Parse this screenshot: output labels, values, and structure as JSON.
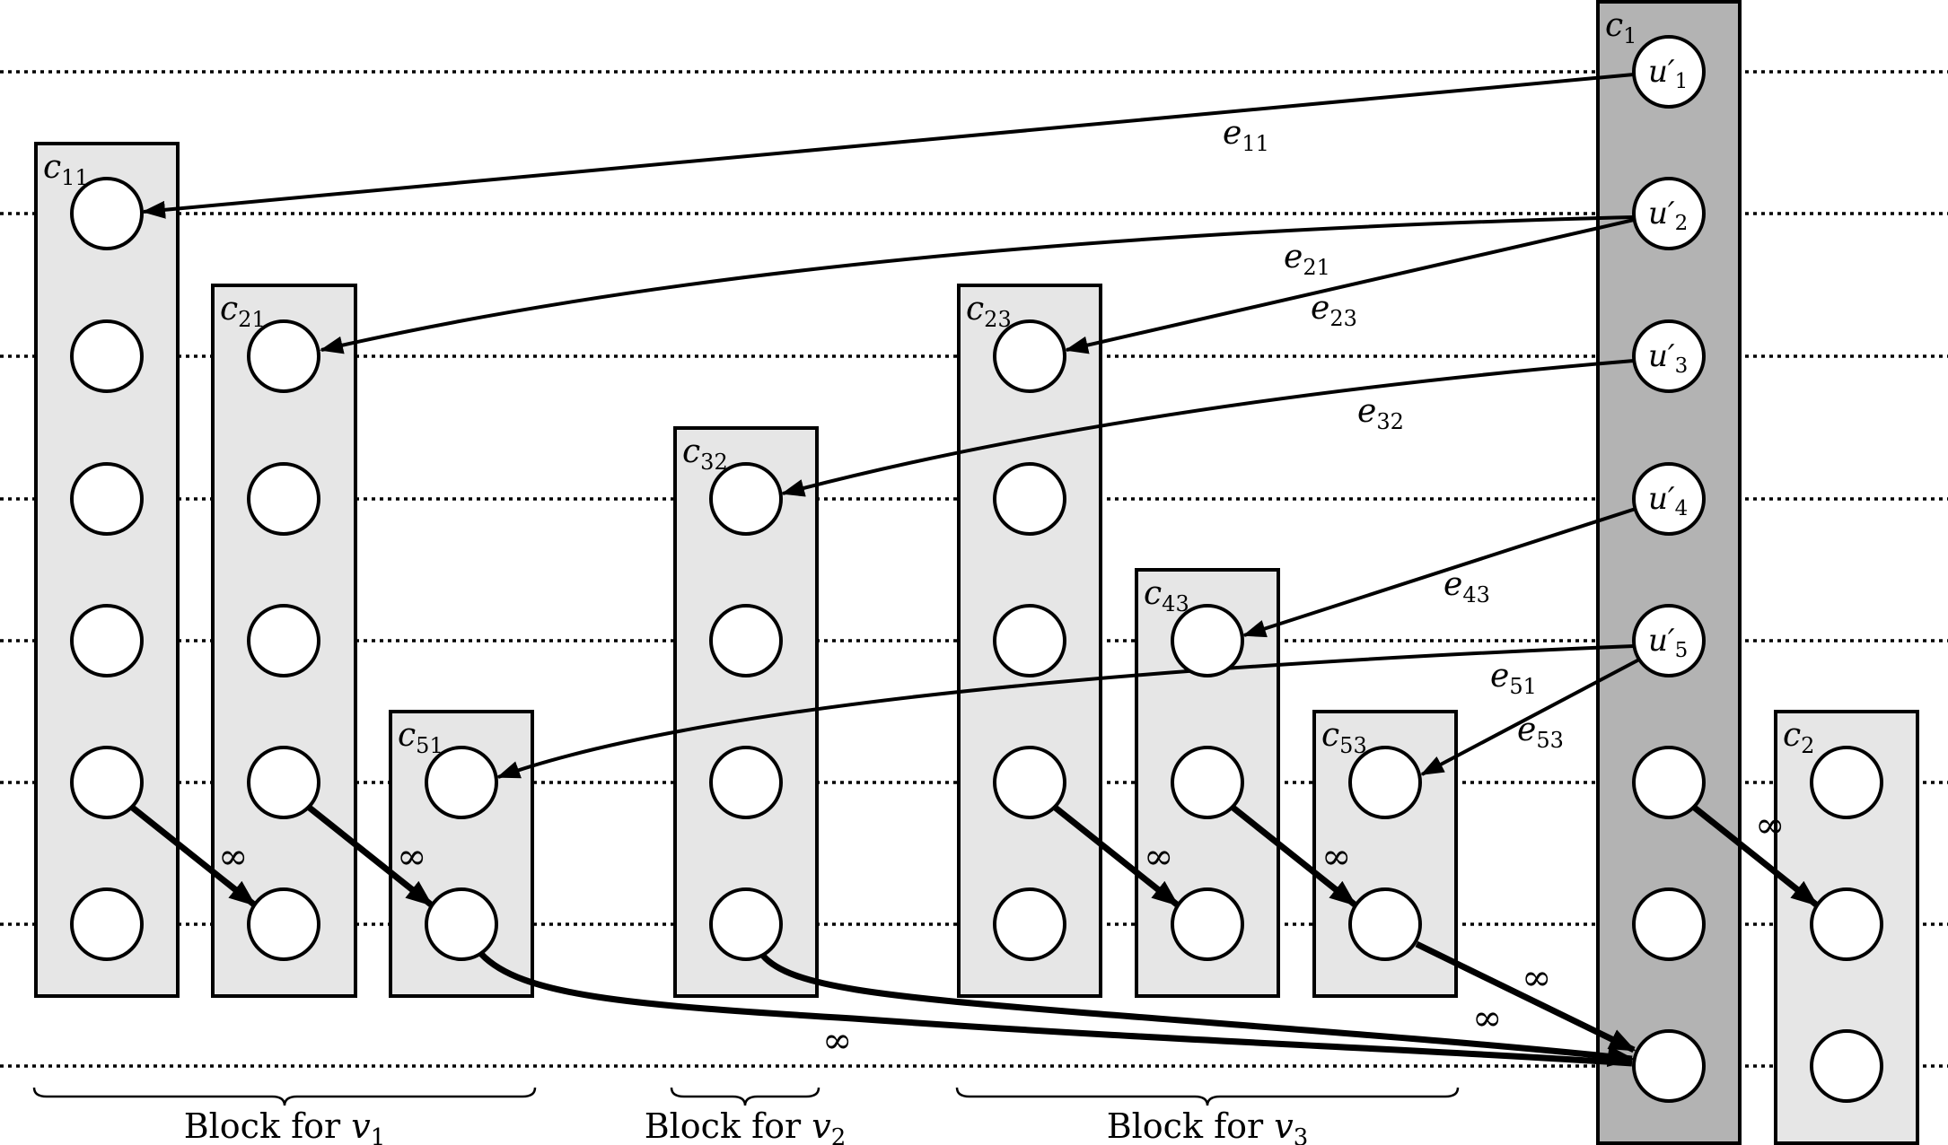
{
  "clusters": [
    {
      "id": "c11",
      "label": "c",
      "sub": "11",
      "fill": "#e6e6e6"
    },
    {
      "id": "c21",
      "label": "c",
      "sub": "21",
      "fill": "#e6e6e6"
    },
    {
      "id": "c51",
      "label": "c",
      "sub": "51",
      "fill": "#e6e6e6"
    },
    {
      "id": "c32",
      "label": "c",
      "sub": "32",
      "fill": "#e6e6e6"
    },
    {
      "id": "c23",
      "label": "c",
      "sub": "23",
      "fill": "#e6e6e6"
    },
    {
      "id": "c43",
      "label": "c",
      "sub": "43",
      "fill": "#e6e6e6"
    },
    {
      "id": "c53",
      "label": "c",
      "sub": "53",
      "fill": "#e6e6e6"
    },
    {
      "id": "c1",
      "label": "c",
      "sub": "1",
      "fill": "#b3b3b3"
    },
    {
      "id": "c2",
      "label": "c",
      "sub": "2",
      "fill": "#e6e6e6"
    }
  ],
  "u_nodes": [
    {
      "label": "u′",
      "sub": "1"
    },
    {
      "label": "u′",
      "sub": "2"
    },
    {
      "label": "u′",
      "sub": "3"
    },
    {
      "label": "u′",
      "sub": "4"
    },
    {
      "label": "u′",
      "sub": "5"
    }
  ],
  "edge_labels": [
    {
      "id": "e11",
      "label": "e",
      "sub": "11"
    },
    {
      "id": "e21",
      "label": "e",
      "sub": "21"
    },
    {
      "id": "e23",
      "label": "e",
      "sub": "23"
    },
    {
      "id": "e32",
      "label": "e",
      "sub": "32"
    },
    {
      "id": "e43",
      "label": "e",
      "sub": "43"
    },
    {
      "id": "e51",
      "label": "e",
      "sub": "51"
    },
    {
      "id": "e53",
      "label": "e",
      "sub": "53"
    }
  ],
  "infinity_symbol": "∞",
  "blocks": [
    {
      "text": "Block for ",
      "var": "v",
      "sub": "1"
    },
    {
      "text": "Block for ",
      "var": "v",
      "sub": "2"
    },
    {
      "text": "Block for ",
      "var": "v",
      "sub": "3"
    }
  ]
}
